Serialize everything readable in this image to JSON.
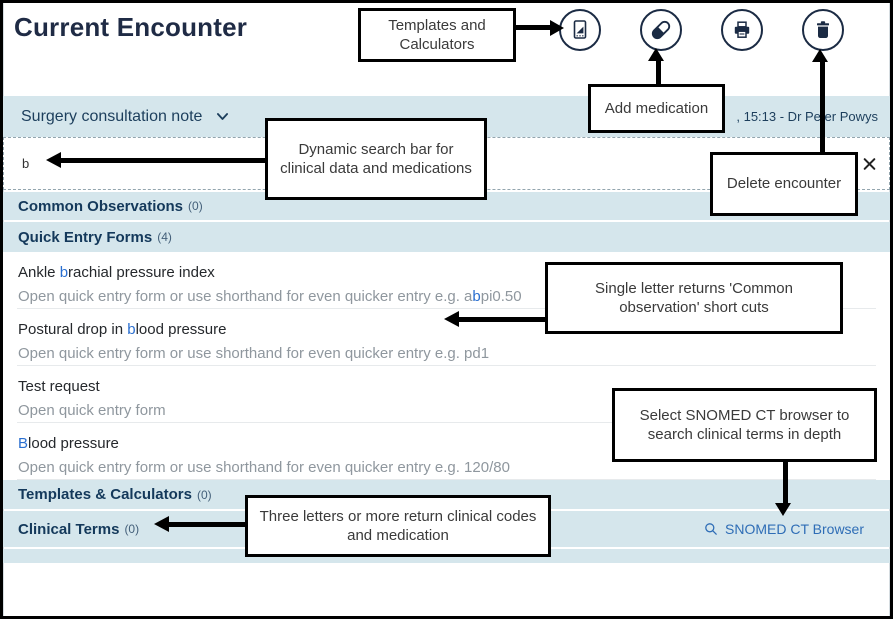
{
  "header": {
    "title": "Current Encounter"
  },
  "toolbar": {
    "icons": [
      {
        "name": "templates-calculators-icon"
      },
      {
        "name": "add-medication-icon"
      },
      {
        "name": "print-icon"
      },
      {
        "name": "delete-encounter-icon"
      }
    ]
  },
  "encounter_bar": {
    "title": "Surgery consultation note",
    "meta": ", 15:13 - Dr Peter Powys"
  },
  "search": {
    "value": "b"
  },
  "sections": {
    "common_observations": {
      "label": "Common Observations",
      "count": "(0)"
    },
    "quick_entry_forms": {
      "label": "Quick Entry Forms",
      "count": "(4)"
    },
    "templates_calculators": {
      "label": "Templates & Calculators",
      "count": "(0)"
    },
    "clinical_terms": {
      "label": "Clinical Terms",
      "count": "(0)",
      "browser_link": "SNOMED CT Browser"
    }
  },
  "quick_entry_items": [
    {
      "title_pre": "Ankle ",
      "title_hl": "b",
      "title_post": "rachial pressure index",
      "sub_pre": "Open quick entry form or use shorthand for even quicker entry e.g. a",
      "sub_hl": "b",
      "sub_post": "pi0.50"
    },
    {
      "title_pre": "Postural drop in ",
      "title_hl": "b",
      "title_post": "lood pressure",
      "sub_pre": "Open quick entry form or use shorthand for even quicker entry e.g. pd1",
      "sub_hl": "",
      "sub_post": ""
    },
    {
      "title_pre": "Test request",
      "title_hl": "",
      "title_post": "",
      "sub_pre": "Open quick entry form",
      "sub_hl": "",
      "sub_post": ""
    },
    {
      "title_pre": "",
      "title_hl": "B",
      "title_post": "lood pressure",
      "sub_pre": "Open quick entry form or use shorthand for even quicker entry e.g. 120/80",
      "sub_hl": "",
      "sub_post": ""
    }
  ],
  "annotations": {
    "templates": "Templates and Calculators",
    "add_medication": "Add medication",
    "delete_encounter": "Delete encounter",
    "search_bar": "Dynamic search bar for clinical data and medications",
    "single_letter": "Single letter returns 'Common observation' short cuts",
    "snomed": "Select SNOMED CT browser to search clinical terms in depth",
    "three_letters": "Three letters or more return clinical codes and medication"
  },
  "colors": {
    "section_bar_blue": "#d5e6ec",
    "navy": "#1b2b44",
    "link_blue": "#2e6db6",
    "match_highlight_blue": "#2a6fd0",
    "subtitle_gray": "#8f979e"
  }
}
